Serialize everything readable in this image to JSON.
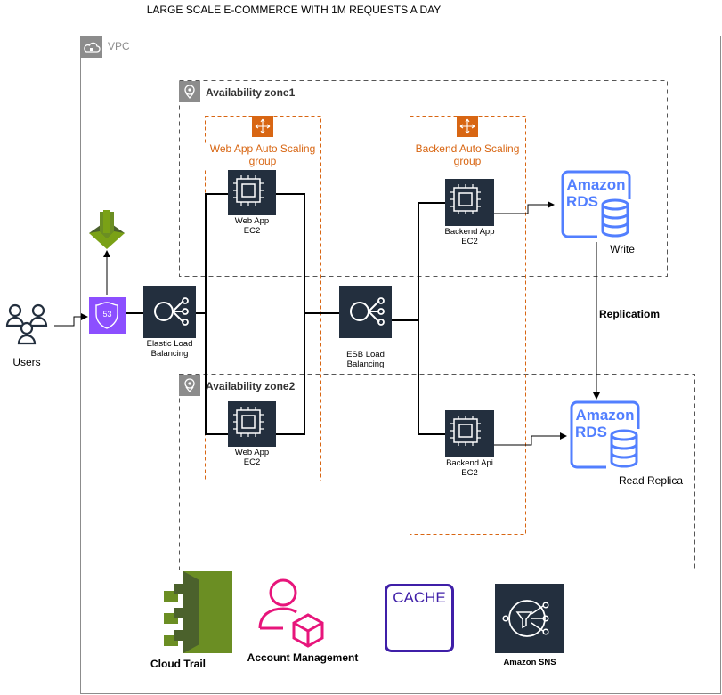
{
  "title": "LARGE SCALE E-COMMERCE WITH 1M REQUESTS A DAY",
  "vpc": {
    "label": "VPC",
    "icon": "cloud-lock-icon"
  },
  "zones": [
    {
      "label": "Availability zone1",
      "icon": "location-pin-icon"
    },
    {
      "label": "Availability zone2",
      "icon": "location-pin-icon"
    }
  ],
  "groups": [
    {
      "label": "Web App Auto Scaling group",
      "icon": "auto-scaling-icon"
    },
    {
      "label": "Backend Auto Scaling group",
      "icon": "auto-scaling-icon"
    }
  ],
  "nodes": {
    "users": "Users",
    "elb": "Elastic Load Balancing",
    "esb": "ESB Load Balancing",
    "webapp1": "Web App EC2",
    "webapp2": "Web App EC2",
    "backend_app": "Backend App EC2",
    "backend_api": "Backend Api  EC2",
    "rds_write_logo": [
      "Amazon",
      "RDS"
    ],
    "rds_write_label": "Write",
    "rds_read_logo": [
      "Amazon",
      "RDS"
    ],
    "rds_read_label": "Read Replica",
    "replication": "Replicatiom",
    "route53": "53"
  },
  "services": {
    "cloudtrail": "Cloud Trail",
    "account": "Account Management",
    "cache": "CACHE",
    "sns": "Amazon SNS"
  },
  "colors": {
    "aws_dark": "#232f3e",
    "orange": "#d86613",
    "rds_blue": "#527fff",
    "route53_purple": "#8c4fff",
    "cloudtrail_green": "#6b8e23",
    "account_pink": "#e7157b",
    "cache_purple": "#3f1fa8"
  }
}
